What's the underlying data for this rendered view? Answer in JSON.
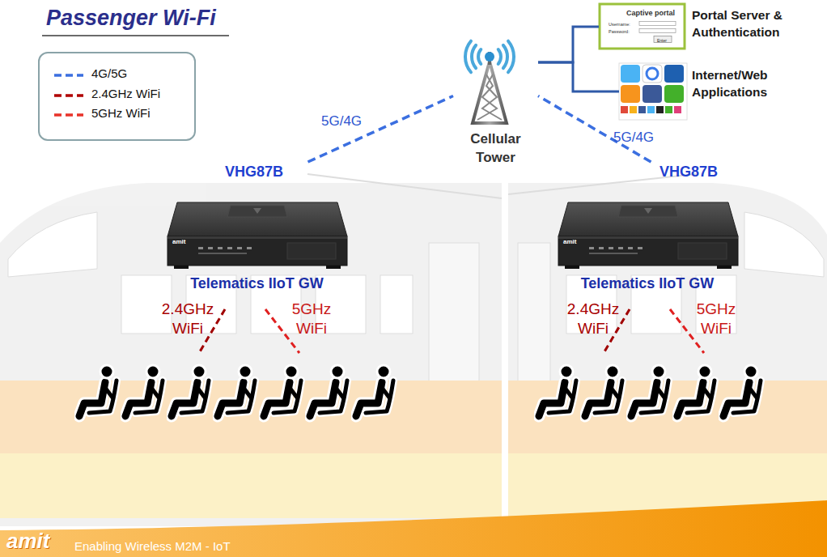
{
  "diagram": {
    "title": "Passenger Wi-Fi",
    "nodes": [
      {
        "text": [
          "Cellular Tower"
        ]
      },
      {
        "text": [
          "Captive portal",
          "Username:",
          "Password:",
          "Enter",
          "Portal Server & Authentication"
        ]
      },
      {
        "text": [
          "Internet/Web Applications"
        ]
      },
      {
        "text": [
          "VHG87B",
          "Telematics IIoT GW"
        ]
      },
      {
        "text": [
          "VHG87B",
          "Telematics IIoT GW"
        ]
      }
    ],
    "edges": [
      {
        "from": 0,
        "to": 1,
        "arrow": "none"
      },
      {
        "from": 0,
        "to": 2,
        "arrow": "none"
      },
      {
        "from": 3,
        "to": 0,
        "label": "5G/4G",
        "arrow": "none"
      },
      {
        "from": 4,
        "to": 0,
        "label": "5G/4G",
        "arrow": "none"
      }
    ],
    "labels": [
      "2.4GHz WiFi",
      "5GHz WiFi",
      "2.4GHz WiFi",
      "5GHz WiFi",
      "amit",
      "amit",
      "amit",
      "Enabling Wireless M2M - IoT"
    ],
    "legend": [
      {
        "text": "4G/5G"
      },
      {
        "text": "2.4GHz WiFi"
      },
      {
        "text": "5GHz WiFi"
      }
    ]
  }
}
